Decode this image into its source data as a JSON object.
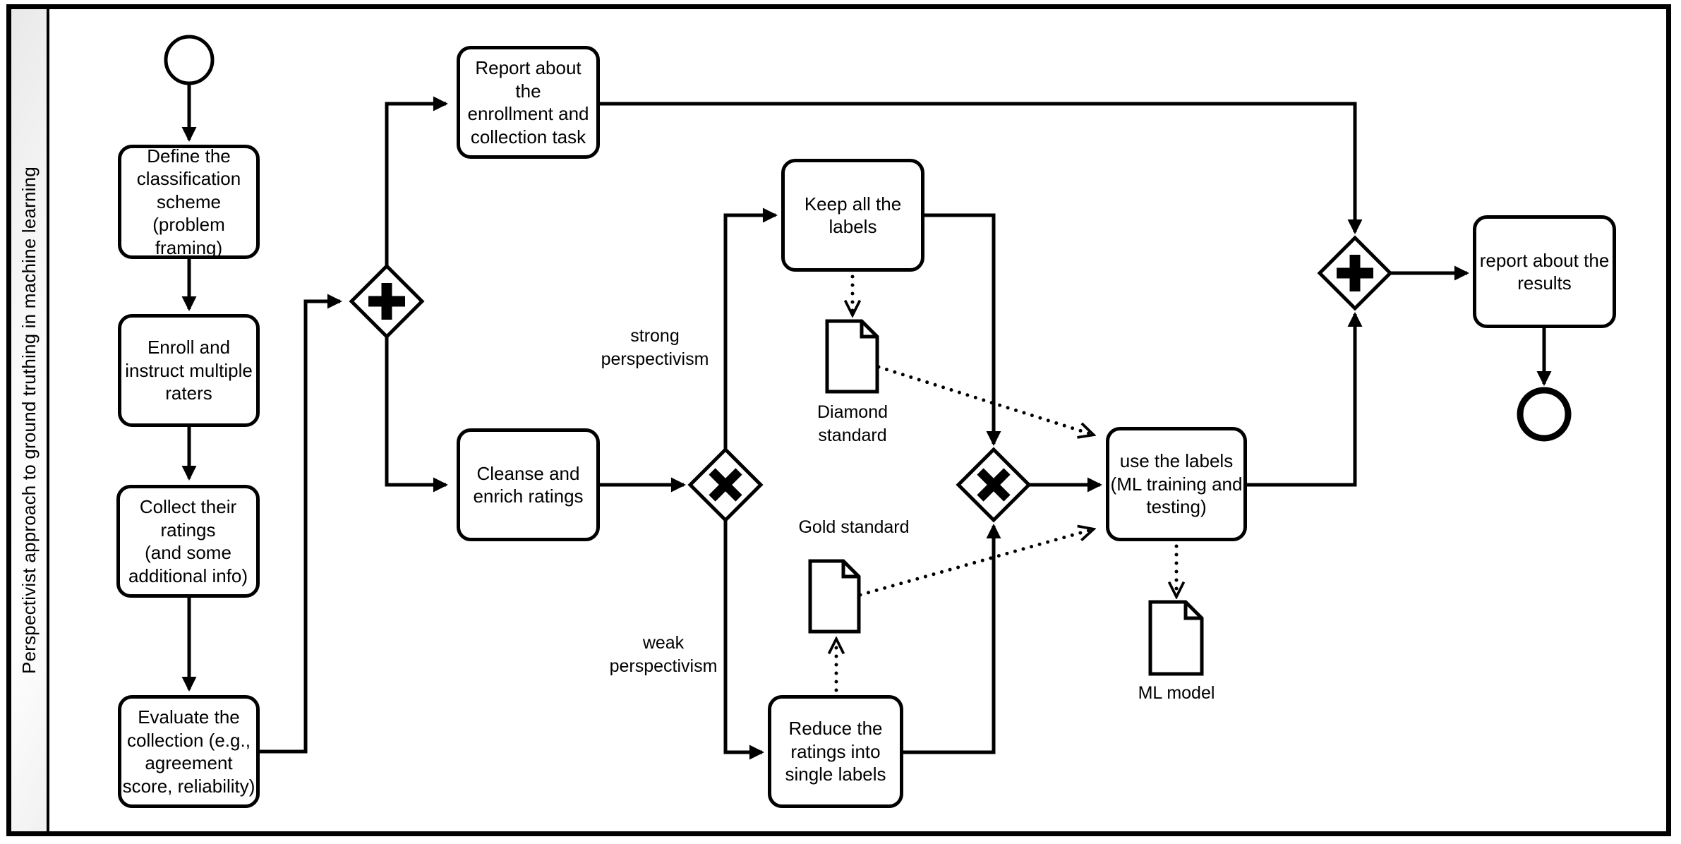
{
  "lane": {
    "title": "Perspectivist approach to ground truthing in machine learning"
  },
  "tasks": {
    "define": "Define the\nclassification\nscheme\n(problem\nframing)",
    "enroll": "Enroll and\ninstruct multiple\nraters",
    "collect": "Collect their\nratings\n(and some\nadditional info)",
    "evaluate": "Evaluate the\ncollection (e.g.,\nagreement\nscore, reliability)",
    "report_enrollment": "Report about the\nenrollment and\ncollection task",
    "cleanse": "Cleanse and\nenrich ratings",
    "keep": "Keep all the\nlabels",
    "reduce": "Reduce the\nratings into\nsingle labels",
    "use_labels": "use the labels\n(ML training and\ntesting)",
    "report_results": "report about the\nresults"
  },
  "flow_labels": {
    "strong": "strong\nperspectivism",
    "weak": "weak\nperspectivism"
  },
  "data_objects": {
    "diamond": "Diamond standard",
    "gold": "Gold standard",
    "ml_model": "ML model"
  },
  "colors": {
    "stroke": "#000000",
    "shape_fill": "#ffffff",
    "lane_gradient": "#e9e9e9"
  }
}
